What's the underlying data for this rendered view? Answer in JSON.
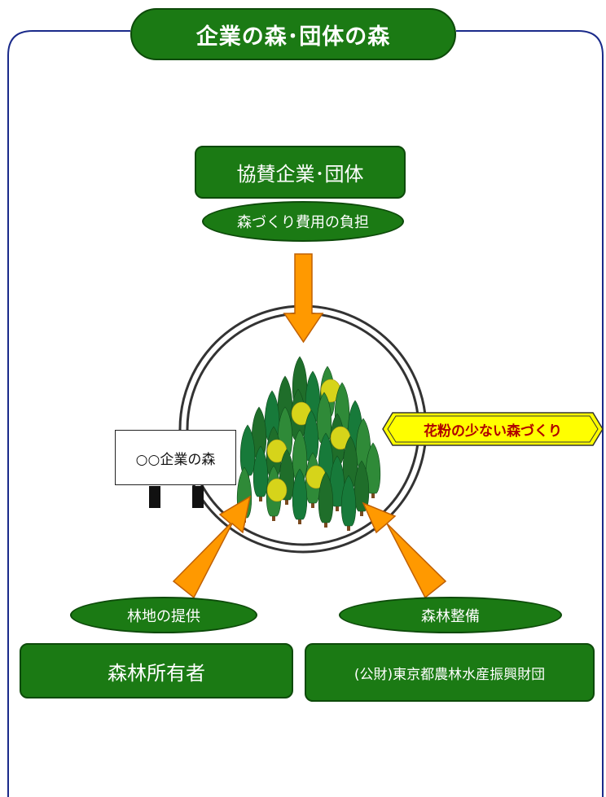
{
  "title": "企業の森･団体の森",
  "sponsor": {
    "box_label": "協賛企業･団体",
    "role_label": "森づくり費用の負担"
  },
  "owner": {
    "box_label": "森林所有者",
    "role_label": "林地の提供"
  },
  "foundation": {
    "box_label": "(公財)東京都農林水産振興財団",
    "role_label": "森林整備"
  },
  "sign_label": "○○企業の森",
  "banner_label": "花粉の少ない森づくり",
  "colors": {
    "frame": "#1a2a8a",
    "box_fill": "#1b7a14",
    "arrow_fill": "#ff9900",
    "banner_fill": "#ffff00",
    "banner_text": "#b00000"
  }
}
